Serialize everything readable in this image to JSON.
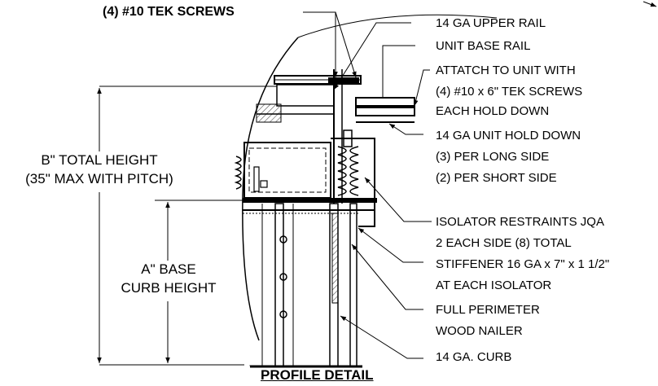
{
  "title": "PROFILE DETAIL",
  "callouts": {
    "tek_screws": "(4) #10 TEK SCREWS",
    "upper_rail": "14 GA UPPER RAIL",
    "base_rail": "UNIT BASE RAIL",
    "attach_1": "ATTATCH TO UNIT WITH",
    "attach_2": "(4) #10 x 6\" TEK SCREWS",
    "attach_3": "EACH HOLD DOWN",
    "hold_down_1": "14 GA UNIT HOLD DOWN",
    "hold_down_2": "(3) PER LONG SIDE",
    "hold_down_3": "(2) PER SHORT SIDE",
    "restraint_1": "ISOLATOR RESTRAINTS JQA",
    "restraint_2": "2 EACH SIDE (8) TOTAL",
    "stiffener_1": "STIFFENER 16 GA x 7\" x 1 1/2\"",
    "stiffener_2": "AT EACH ISOLATOR",
    "nailer_1": "FULL PERIMETER",
    "nailer_2": "WOOD NAILER",
    "curb": "14 GA. CURB"
  },
  "dimensions": {
    "total_height_1": "B\" TOTAL HEIGHT",
    "total_height_2": "(35\" MAX WITH PITCH)",
    "base_height_1": "A\" BASE",
    "base_height_2": "CURB HEIGHT"
  },
  "colors": {
    "line": "#000000",
    "background": "#ffffff",
    "hatch": "#555555"
  }
}
